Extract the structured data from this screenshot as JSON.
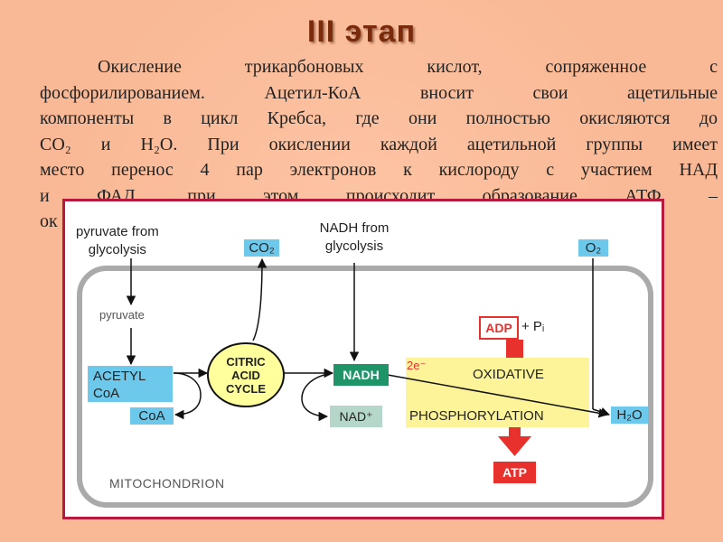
{
  "slide": {
    "title": "III этап",
    "body_lines": [
      "Окисление трикарбоновых кислот, сопряженное с",
      "фосфорилированием. Ацетил-КоА вносит свои ацетильные",
      "компоненты в цикл Кребса, где они полностью окисляются до",
      "CO₂ и H₂O. При окислении каждой ацетильной группы имеет",
      "место перенос 4 пар электронов к кислороду с участием НАД",
      "и ФАД, при этом происходит образование АТФ –",
      "ок"
    ]
  },
  "diagram": {
    "pyruvate_from_glycolysis_1": "pyruvate from",
    "pyruvate_from_glycolysis_2": "glycolysis",
    "nadh_from_glycolysis_1": "NADH from",
    "nadh_from_glycolysis_2": "glycolysis",
    "co2": "CO₂",
    "o2": "O₂",
    "pyruvate": "pyruvate",
    "acetyl_coa_1": "ACETYL",
    "acetyl_coa_2": "CoA",
    "coa": "CoA",
    "citric_acid_cycle_1": "CITRIC",
    "citric_acid_cycle_2": "ACID",
    "citric_acid_cycle_3": "CYCLE",
    "nadh": "NADH",
    "nad_plus": "NAD⁺",
    "adp": "ADP",
    "plus_pi": "+ Pᵢ",
    "electrons": "2e⁻",
    "oxidative": "OXIDATIVE",
    "phosphorylation": "PHOSPHORYLATION",
    "h2o": "H₂O",
    "atp": "ATP",
    "mitochondrion": "MITOCHONDRION",
    "colors": {
      "cyan_box": "#6cc9ec",
      "nadh_green": "#1f9468",
      "nad_gray_green": "#b5d7c9",
      "cycle_yellow": "#ffff9b",
      "oxphos_yellow": "#fdf49a",
      "atp_red": "#e8302c",
      "frame_border": "#b71a3a",
      "title_brown": "#7a2b0c"
    }
  }
}
